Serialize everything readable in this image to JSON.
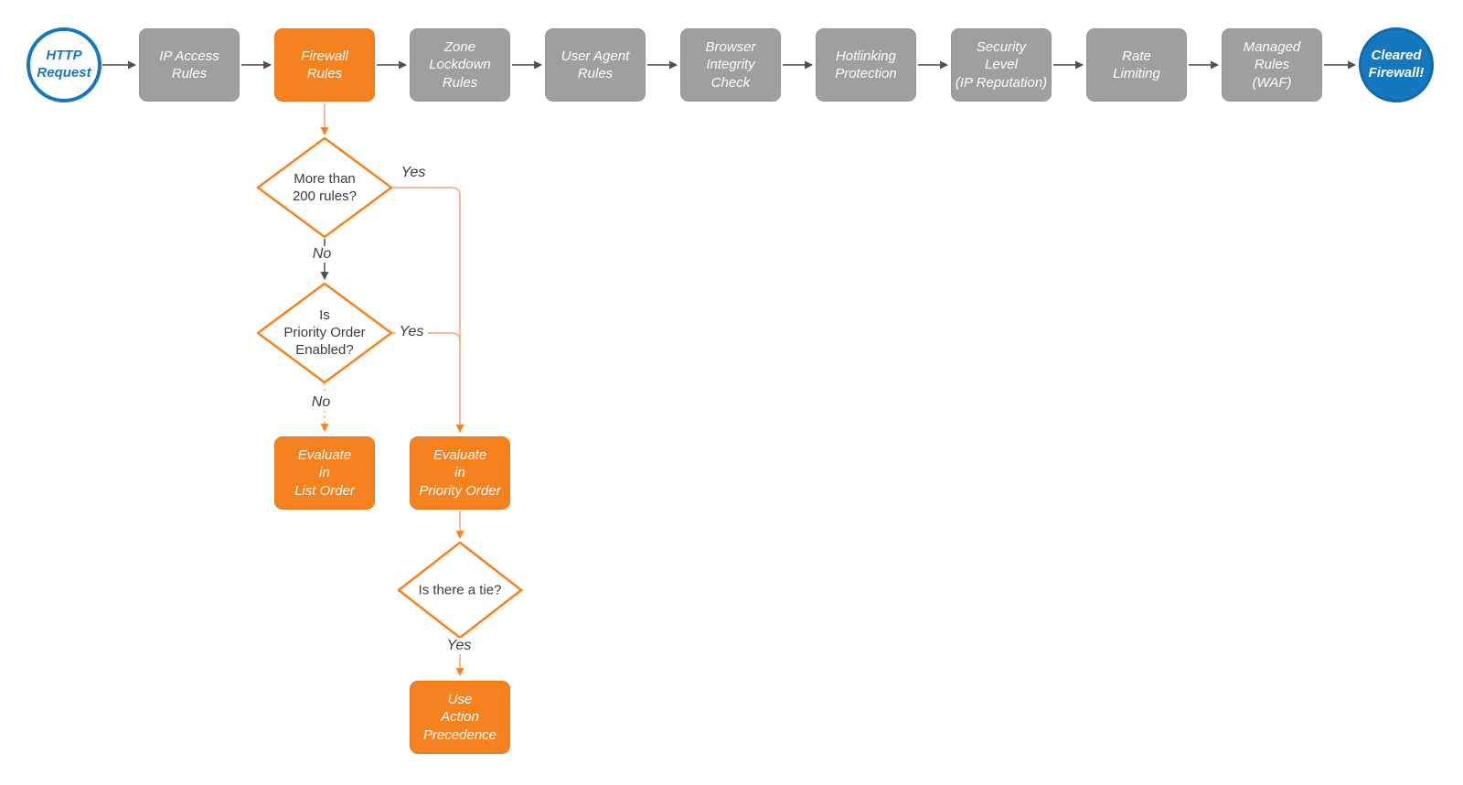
{
  "diagram": {
    "start_label": "HTTP\nRequest",
    "end_label": "Cleared\nFirewall!",
    "pipeline": [
      {
        "label": "IP Access\nRules",
        "style": "gray"
      },
      {
        "label": "Firewall\nRules",
        "style": "orange"
      },
      {
        "label": "Zone\nLockdown\nRules",
        "style": "gray"
      },
      {
        "label": "User Agent\nRules",
        "style": "gray"
      },
      {
        "label": "Browser\nIntegrity\nCheck",
        "style": "gray"
      },
      {
        "label": "Hotlinking\nProtection",
        "style": "gray"
      },
      {
        "label": "Security\nLevel\n(IP Reputation)",
        "style": "gray"
      },
      {
        "label": "Rate\nLimiting",
        "style": "gray"
      },
      {
        "label": "Managed\nRules\n(WAF)",
        "style": "gray"
      }
    ],
    "decisions": {
      "more_than_200_rules": "More than\n200 rules?",
      "priority_order_enabled": "Is\nPriority Order\nEnabled?",
      "is_there_a_tie": "Is there a tie?"
    },
    "actions": {
      "list_order": "Evaluate\nin\nList Order",
      "priority_order": "Evaluate\nin\nPriority Order",
      "action_precedence": "Use\nAction\nPrecedence"
    },
    "edge_labels": {
      "d1_yes": "Yes",
      "d1_no": "No",
      "d2_yes": "Yes",
      "d2_no": "No",
      "d3_yes": "Yes"
    },
    "colors": {
      "orange": "#F6821F",
      "orange_line": "#F9A470",
      "gray_node": "#9F9F9F",
      "blue": "#1577BE",
      "connector_gray": "#4F4F4F",
      "text_dark": "#3C3C3C"
    }
  }
}
